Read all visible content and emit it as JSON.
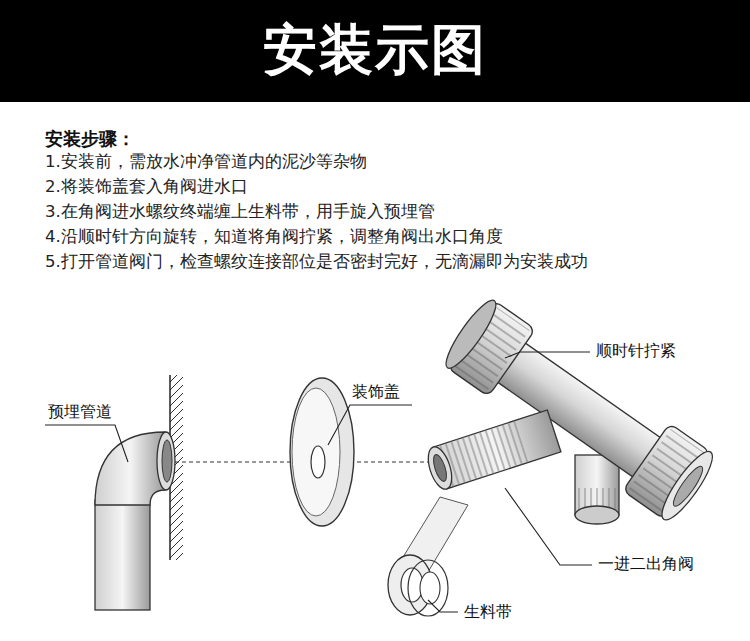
{
  "diagram": {
    "title": "安装示图",
    "labels": [
      "安装步骤：",
      "1.安装前，需放水冲净管道内的泥沙等杂物",
      "2.将装饰盖套入角阀进水口",
      "3.在角阀进水螺纹终端缠上生料带，用手旋入预埋管",
      "4.沿顺时针方向旋转，知道将角阀拧紧，调整角阀出水口角度",
      "5.打开管道阀门，检查螺纹连接部位是否密封完好，无滴漏即为安装成功",
      "预埋管道",
      "装饰盖",
      "顺时针拧紧",
      "一进二出角阀",
      "生料带"
    ]
  }
}
